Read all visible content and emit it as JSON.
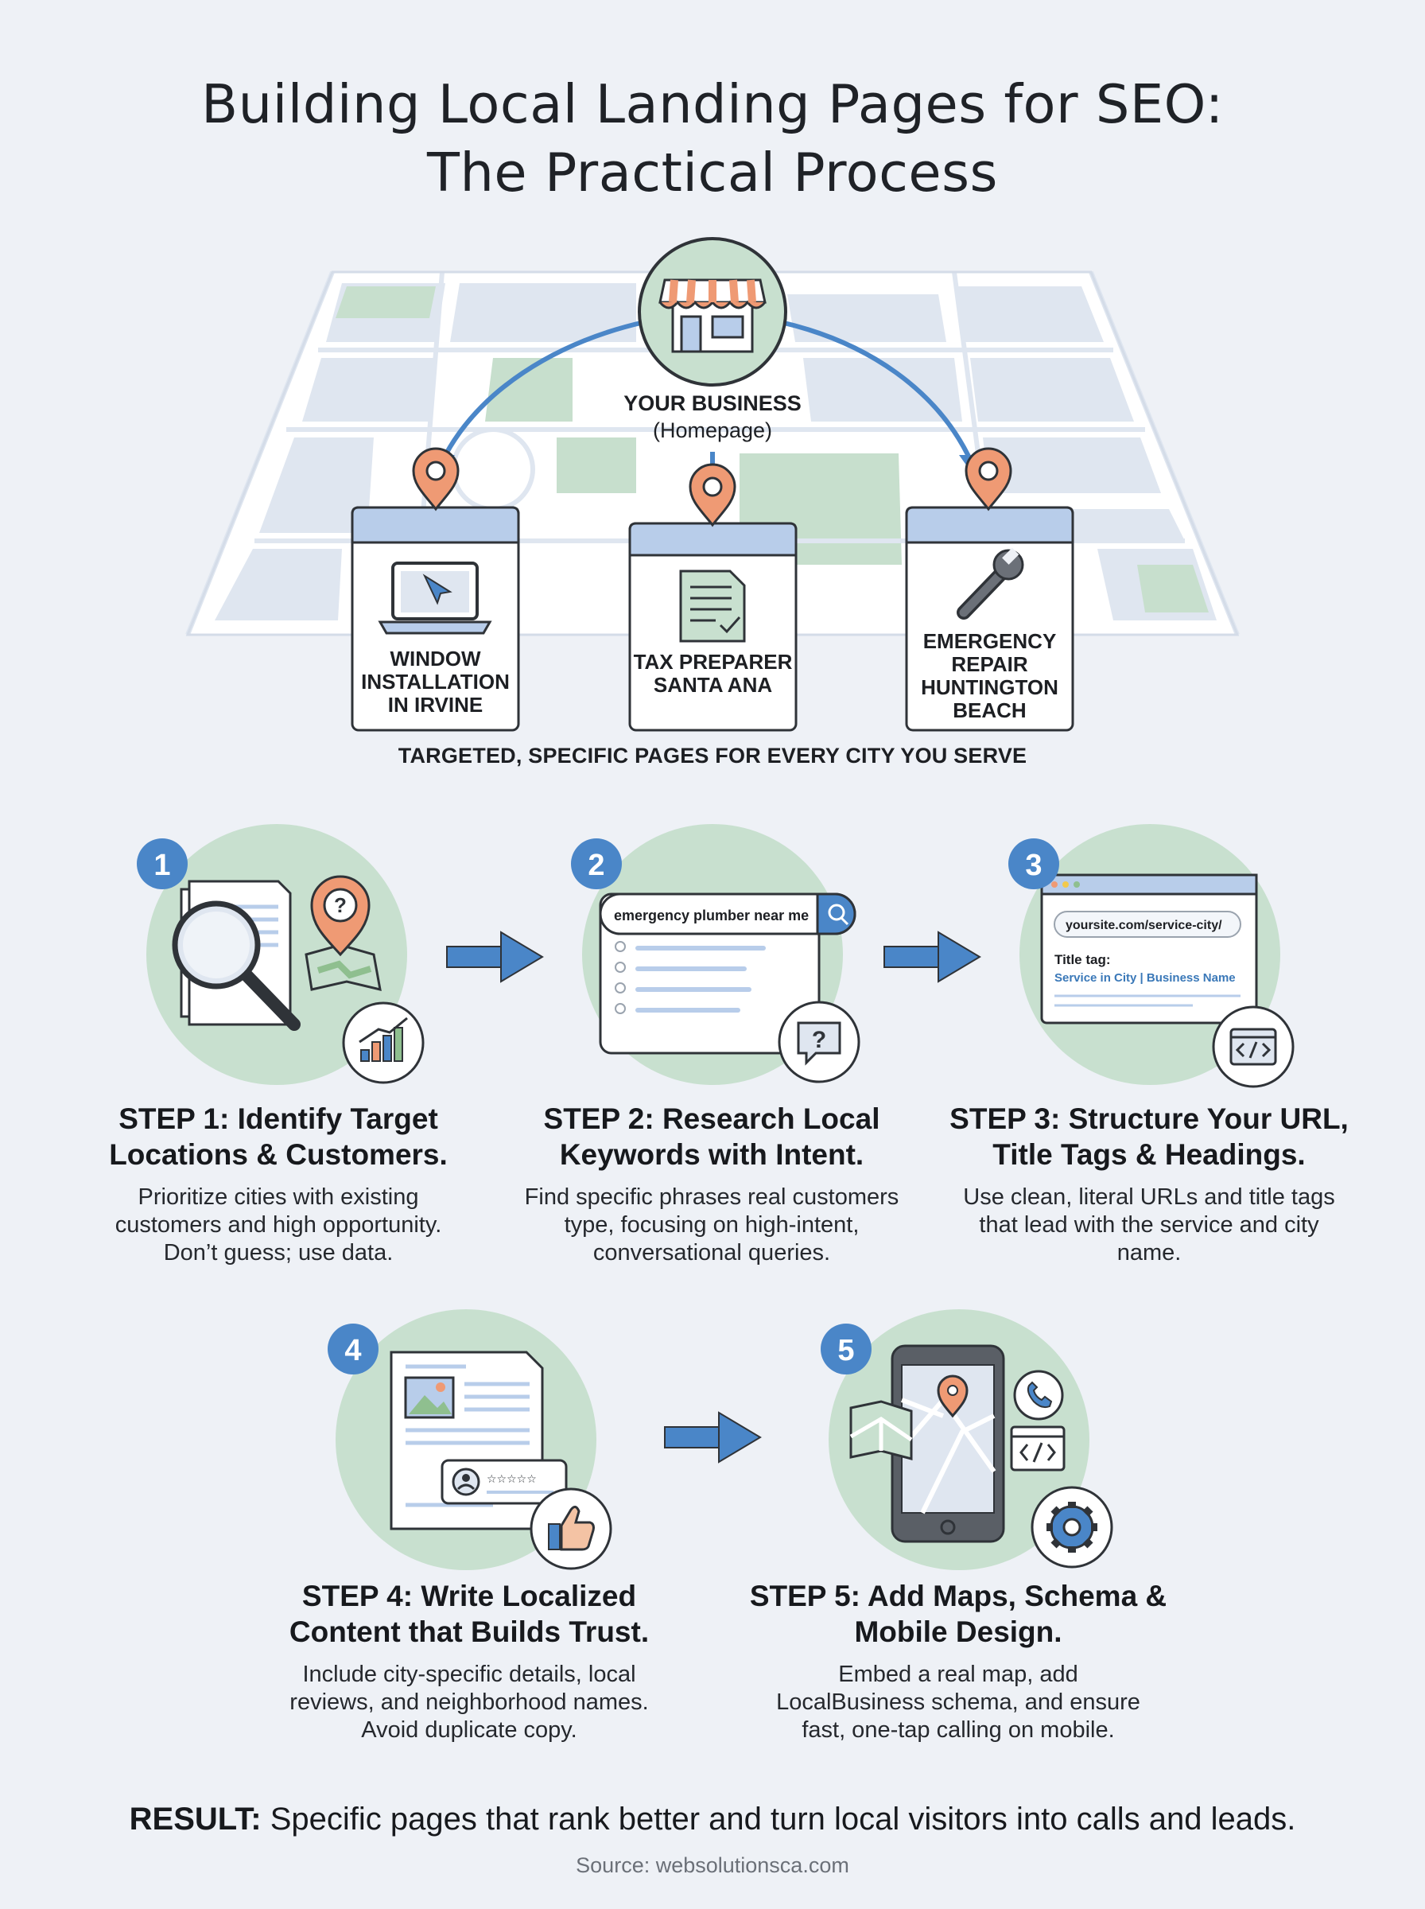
{
  "title_line1": "Building Local Landing Pages for SEO:",
  "title_line2": "The Practical Process",
  "hero": {
    "business_label": "YOUR BUSINESS",
    "business_sub": "(Homepage)",
    "cards": [
      {
        "label": "WINDOW INSTALLATION IN IRVINE",
        "icon": "laptop-icon"
      },
      {
        "label": "TAX PREPARER SANTA ANA",
        "icon": "document-icon"
      },
      {
        "label": "EMERGENCY REPAIR HUNTINGTON BEACH",
        "icon": "wrench-icon"
      }
    ],
    "tagline": "TARGETED, SPECIFIC PAGES FOR EVERY CITY YOU SERVE"
  },
  "steps": [
    {
      "number": "1",
      "title": "STEP 1: Identify Target Locations & Customers.",
      "desc": "Prioritize cities with existing customers and high opportunity. Don’t guess; use data."
    },
    {
      "number": "2",
      "title": "STEP 2: Research Local Keywords with Intent.",
      "desc": "Find specific phrases real customers type, focusing on high-intent, conversational queries.",
      "search_query": "emergency plumber near me"
    },
    {
      "number": "3",
      "title": "STEP 3: Structure Your URL, Title Tags & Headings.",
      "desc": "Use clean, literal URLs and title tags that lead with the service and city name.",
      "url": "yoursite.com/service-city/",
      "title_tag_label": "Title tag:",
      "title_tag_value": "Service in City | Business Name"
    },
    {
      "number": "4",
      "title": "STEP 4: Write Localized Content that Builds Trust.",
      "desc": "Include city-specific details, local reviews, and neighborhood names. Avoid duplicate copy."
    },
    {
      "number": "5",
      "title": "STEP 5: Add Maps, Schema & Mobile Design.",
      "desc": "Embed a real map, add LocalBusiness schema, and ensure fast, one-tap calling on mobile."
    }
  ],
  "result_label": "RESULT:",
  "result_text": "Specific pages that rank better and turn local visitors into calls and leads.",
  "source": "Source: websolutionsca.com",
  "colors": {
    "background": "#eef1f6",
    "accent_blue": "#4a86c8",
    "pin_orange": "#ef9a74",
    "circle_green": "#c8e0cf",
    "card_header": "#b8cdea"
  }
}
